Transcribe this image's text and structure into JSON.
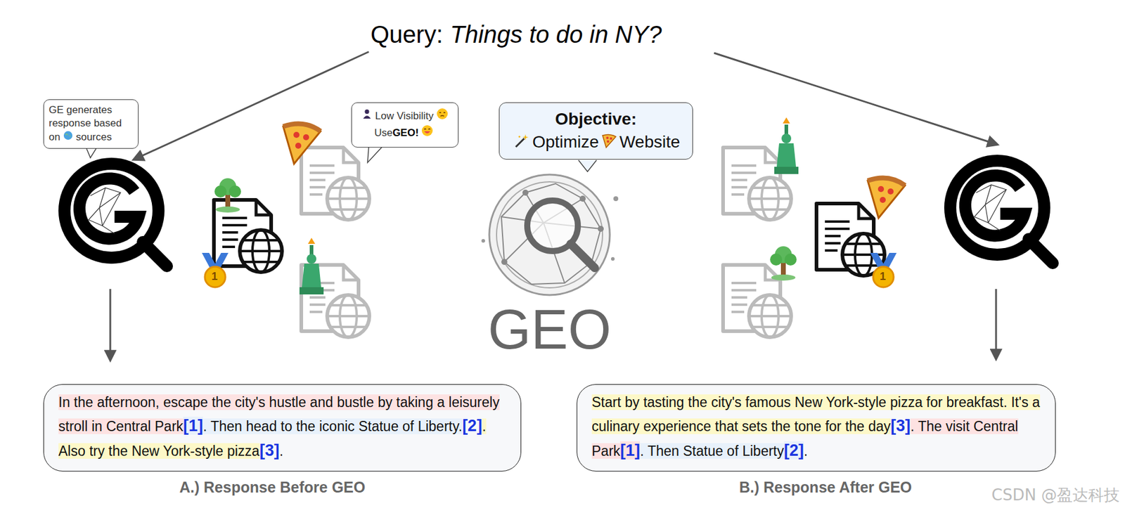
{
  "diagram": {
    "nodes": [
      {
        "text": [
          "GE generates response based on",
          "sources"
        ]
      },
      {
        "text": [
          "Low Visibility",
          "Use",
          "GEO!"
        ]
      },
      {
        "text": [
          "Objective:",
          "Optimize",
          "Website"
        ]
      },
      {
        "text": [
          "In the afternoon, escape the city's hustle and bustle by taking a leisurely stroll in Central Park",
          "[1]",
          ". Then head to the iconic Statue of Liberty.",
          "[2]",
          ". Also try the New York-style pizza",
          "[3]",
          "."
        ]
      },
      {
        "text": [
          "Start by tasting the city's famous New York-style pizza for breakfast. It's a culinary experience that sets the tone for the day",
          "[3]",
          ". The visit Central Park",
          "[1]",
          ". Then Statue of Liberty",
          "[2]",
          "."
        ]
      }
    ],
    "labels": [
      "Query:",
      "Things to do in NY?",
      "1",
      "1",
      "GEO",
      "A.) Response Before GEO",
      "B.) Response After GEO",
      "CSDN @盈达科技"
    ]
  }
}
